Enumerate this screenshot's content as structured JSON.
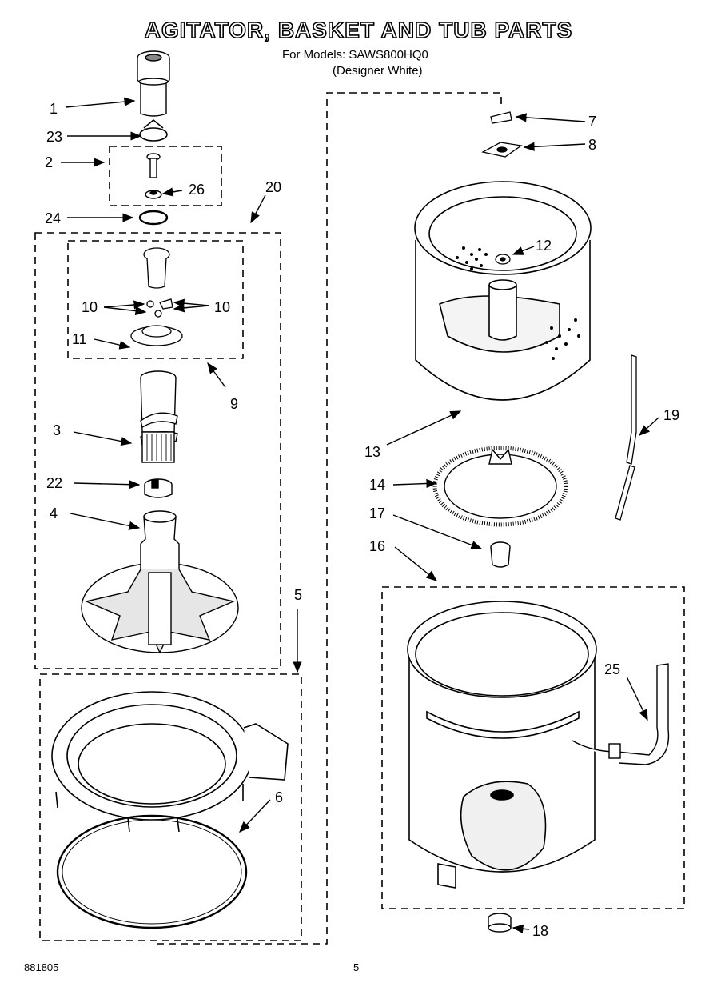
{
  "header": {
    "title": "AGITATOR, BASKET AND TUB PARTS",
    "models_line": "For Models: SAWS800HQ0",
    "designer_line": "(Designer White)"
  },
  "footer": {
    "doc_number": "881805",
    "page_number": "5"
  },
  "callouts": {
    "c1": "1",
    "c2": "2",
    "c3": "3",
    "c4": "4",
    "c5": "5",
    "c6": "6",
    "c7": "7",
    "c8": "8",
    "c9": "9",
    "c10a": "10",
    "c10b": "10",
    "c11": "11",
    "c12": "12",
    "c13": "13",
    "c14": "14",
    "c16": "16",
    "c17": "17",
    "c18": "18",
    "c19": "19",
    "c20": "20",
    "c22": "22",
    "c23": "23",
    "c24": "24",
    "c25": "25",
    "c26": "26"
  }
}
